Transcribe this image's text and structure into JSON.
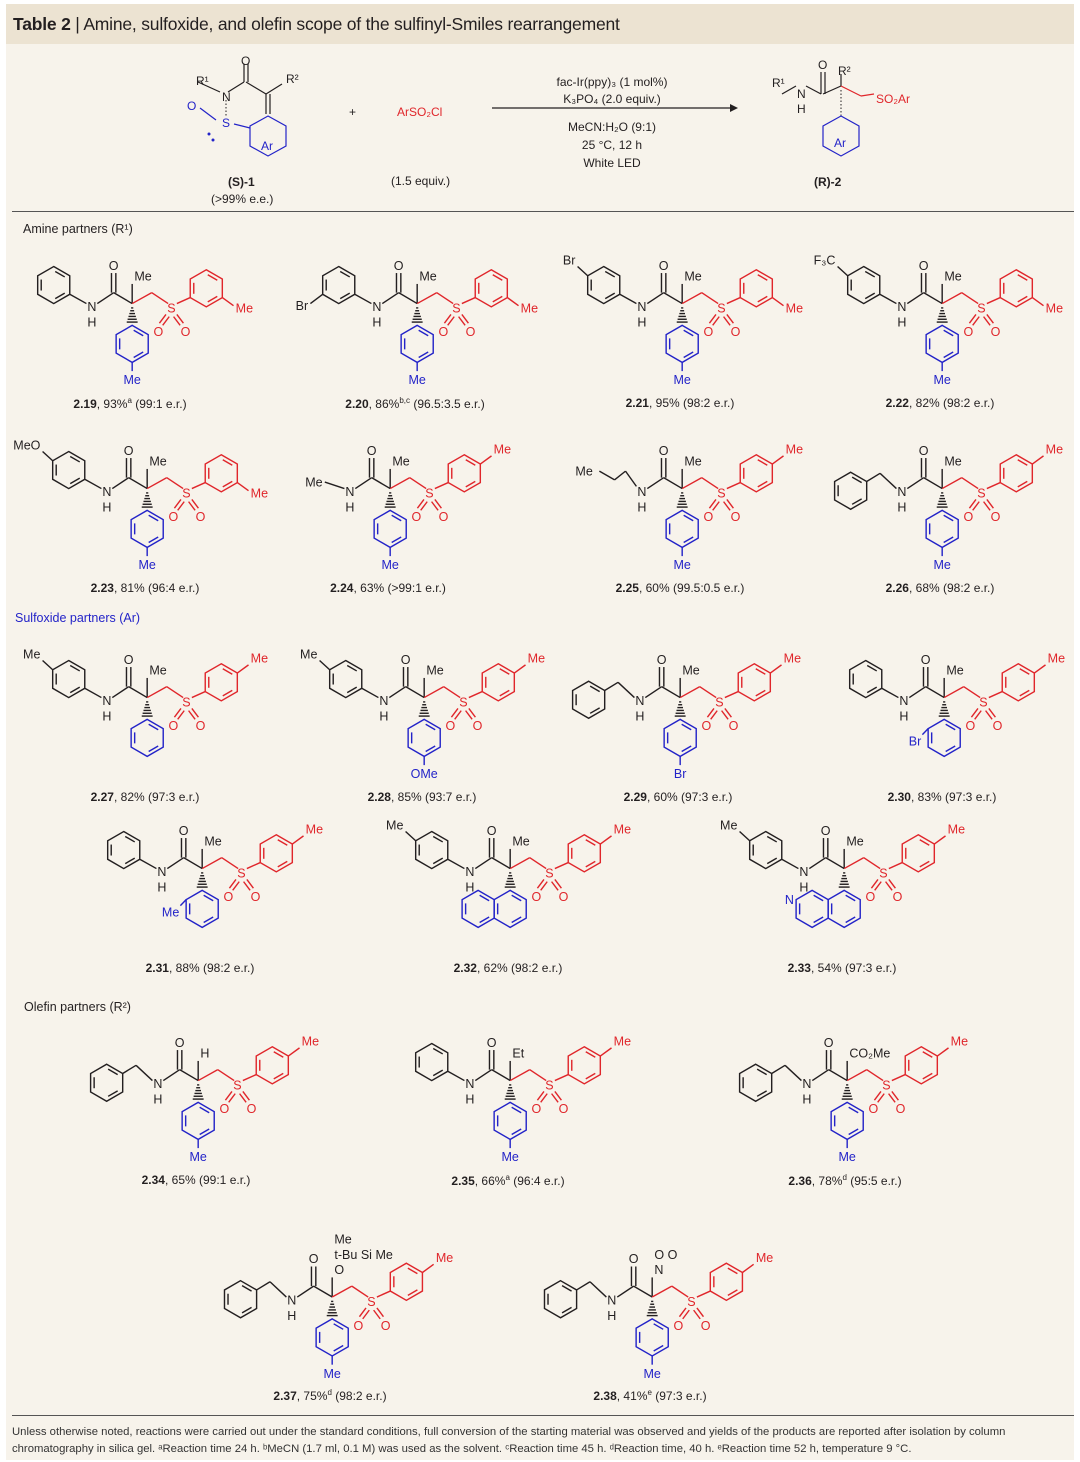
{
  "header": {
    "table_label": "Table 2",
    "separator": " | ",
    "title": "Amine, sulfoxide, and olefin scope of the sulfinyl-Smiles rearrangement"
  },
  "scheme": {
    "sm": {
      "r1": "R¹",
      "n": "N",
      "o_carbonyl": "O",
      "r2": "R²",
      "o_sulfinyl": "O",
      "s": "S",
      "ar": "Ar",
      "label": "(S)-1",
      "ee": "(>99% e.e.)"
    },
    "plus": "+",
    "reagent": {
      "formula": "ArSO₂Cl",
      "amount": "(1.5 equiv.)"
    },
    "conditions": [
      "fac-Ir(ppy)₃ (1 mol%)",
      "K₃PO₄ (2.0 equiv.)",
      "MeCN:H₂O (9:1)",
      "25 °C, 12 h",
      "White LED"
    ],
    "product": {
      "r1": "R¹",
      "n": "N",
      "h": "H",
      "o": "O",
      "r2": "R²",
      "so2ar": "SO₂Ar",
      "ar": "Ar",
      "label": "(R)-2"
    }
  },
  "sections": {
    "amine": "Amine partners (R¹)",
    "sulfoxide": "Sulfoxide partners (Ar)",
    "olefin": "Olefin partners (R²)"
  },
  "atoms": {
    "N": "N",
    "H": "H",
    "O": "O",
    "S": "S"
  },
  "colors": {
    "red": "#e0262b",
    "blue": "#2323c8",
    "black": "#231f20",
    "header_bg": "#ece3d2"
  },
  "compounds": [
    {
      "id": "2.19",
      "yield": "93%",
      "note": "a",
      "er": "(99:1 e.r.)",
      "amine": {
        "type": "aryl",
        "sub": "",
        "pos": ""
      },
      "r2": [
        "Me"
      ],
      "lower": {
        "sub": "Me"
      },
      "aryl": {
        "sub": "Me",
        "pos": "meta"
      }
    },
    {
      "id": "2.20",
      "yield": "86%",
      "note": "b,c",
      "er": "(96.5:3.5 e.r.)",
      "amine": {
        "type": "aryl",
        "sub": "Br",
        "pos": "meta"
      },
      "r2": [
        "Me"
      ],
      "lower": {
        "sub": "Me"
      },
      "aryl": {
        "sub": "Me",
        "pos": "meta"
      }
    },
    {
      "id": "2.21",
      "yield": "95%",
      "note": "",
      "er": "(98:2 e.r.)",
      "amine": {
        "type": "aryl",
        "sub": "Br",
        "pos": "para"
      },
      "r2": [
        "Me"
      ],
      "lower": {
        "sub": "Me"
      },
      "aryl": {
        "sub": "Me",
        "pos": "meta"
      }
    },
    {
      "id": "2.22",
      "yield": "82%",
      "note": "",
      "er": "(98:2 e.r.)",
      "amine": {
        "type": "aryl",
        "sub": "F₃C",
        "pos": "para"
      },
      "r2": [
        "Me"
      ],
      "lower": {
        "sub": "Me"
      },
      "aryl": {
        "sub": "Me",
        "pos": "meta"
      }
    },
    {
      "id": "2.23",
      "yield": "81%",
      "note": "",
      "er": "(96:4 e.r.)",
      "amine": {
        "type": "aryl",
        "sub": "MeO",
        "pos": "para"
      },
      "r2": [
        "Me"
      ],
      "lower": {
        "sub": "Me"
      },
      "aryl": {
        "sub": "Me",
        "pos": "meta"
      }
    },
    {
      "id": "2.24",
      "yield": "63%",
      "note": "",
      "er": "(>99:1 e.r.)",
      "amine": {
        "type": "alkyl",
        "sub": "Me",
        "chain": 0
      },
      "r2": [
        "Me"
      ],
      "lower": {
        "sub": "Me"
      },
      "aryl": {
        "sub": "Me",
        "pos": "para"
      }
    },
    {
      "id": "2.25",
      "yield": "60%",
      "note": "",
      "er": "(99.5:0.5 e.r.)",
      "amine": {
        "type": "alkyl",
        "sub": "Me",
        "chain": 2
      },
      "r2": [
        "Me"
      ],
      "lower": {
        "sub": "Me"
      },
      "aryl": {
        "sub": "Me",
        "pos": "para"
      }
    },
    {
      "id": "2.26",
      "yield": "68%",
      "note": "",
      "er": "(98:2 e.r.)",
      "amine": {
        "type": "benzyl"
      },
      "r2": [
        "Me"
      ],
      "lower": {
        "sub": "Me"
      },
      "aryl": {
        "sub": "Me",
        "pos": "para"
      }
    },
    {
      "id": "2.27",
      "yield": "82%",
      "note": "",
      "er": "(97:3 e.r.)",
      "amine": {
        "type": "aryl",
        "sub": "Me",
        "pos": "para"
      },
      "r2": [
        "Me"
      ],
      "lower": {
        "sub": ""
      },
      "aryl": {
        "sub": "Me",
        "pos": "para"
      }
    },
    {
      "id": "2.28",
      "yield": "85%",
      "note": "",
      "er": "(93:7 e.r.)",
      "amine": {
        "type": "aryl",
        "sub": "Me",
        "pos": "para"
      },
      "r2": [
        "Me"
      ],
      "lower": {
        "sub": "OMe"
      },
      "aryl": {
        "sub": "Me",
        "pos": "para"
      }
    },
    {
      "id": "2.29",
      "yield": "60%",
      "note": "",
      "er": "(97:3 e.r.)",
      "amine": {
        "type": "benzyl"
      },
      "r2": [
        "Me"
      ],
      "lower": {
        "sub": "Br"
      },
      "aryl": {
        "sub": "Me",
        "pos": "para"
      }
    },
    {
      "id": "2.30",
      "yield": "83%",
      "note": "",
      "er": "(97:3 e.r.)",
      "amine": {
        "type": "aryl",
        "sub": "",
        "pos": ""
      },
      "r2": [
        "Me"
      ],
      "lower": {
        "sub": "",
        "ortho": "Br"
      },
      "aryl": {
        "sub": "Me",
        "pos": "para"
      }
    },
    {
      "id": "2.31",
      "yield": "88%",
      "note": "",
      "er": "(98:2 e.r.)",
      "amine": {
        "type": "aryl",
        "sub": "",
        "pos": ""
      },
      "r2": [
        "Me"
      ],
      "lower": {
        "sub": "",
        "ortho": "Me"
      },
      "aryl": {
        "sub": "Me",
        "pos": "para"
      }
    },
    {
      "id": "2.32",
      "yield": "62%",
      "note": "",
      "er": "(98:2 e.r.)",
      "amine": {
        "type": "aryl",
        "sub": "Me",
        "pos": "para"
      },
      "r2": [
        "Me"
      ],
      "lower": {
        "sub": "",
        "fused": "naphthyl"
      },
      "aryl": {
        "sub": "Me",
        "pos": "para"
      }
    },
    {
      "id": "2.33",
      "yield": "54%",
      "note": "",
      "er": "(97:3 e.r.)",
      "amine": {
        "type": "aryl",
        "sub": "Me",
        "pos": "para"
      },
      "r2": [
        "Me"
      ],
      "lower": {
        "sub": "",
        "fused": "quinolinyl",
        "hetero": "N"
      },
      "aryl": {
        "sub": "Me",
        "pos": "para"
      }
    },
    {
      "id": "2.34",
      "yield": "65%",
      "note": "",
      "er": "(99:1 e.r.)",
      "amine": {
        "type": "benzyl"
      },
      "r2": [
        "H"
      ],
      "lower": {
        "sub": "Me"
      },
      "aryl": {
        "sub": "Me",
        "pos": "para"
      }
    },
    {
      "id": "2.35",
      "yield": "66%",
      "note": "a",
      "er": "(96:4 e.r.)",
      "amine": {
        "type": "aryl",
        "sub": "",
        "pos": ""
      },
      "r2": [
        "Et"
      ],
      "lower": {
        "sub": "Me"
      },
      "aryl": {
        "sub": "Me",
        "pos": "para"
      }
    },
    {
      "id": "2.36",
      "yield": "78%",
      "note": "d",
      "er": "(95:5 e.r.)",
      "amine": {
        "type": "benzyl"
      },
      "r2": [
        "CO₂Me"
      ],
      "lower": {
        "sub": "Me"
      },
      "aryl": {
        "sub": "Me",
        "pos": "para"
      }
    },
    {
      "id": "2.37",
      "yield": "75%",
      "note": "d",
      "er": "(98:2 e.r.)",
      "amine": {
        "type": "benzyl"
      },
      "r2": [
        "O",
        "t-Bu  Si  Me",
        "Me"
      ],
      "lower": {
        "sub": "Me"
      },
      "aryl": {
        "sub": "Me",
        "pos": "para"
      }
    },
    {
      "id": "2.38",
      "yield": "41%",
      "note": "e",
      "er": "(97:3 e.r.)",
      "amine": {
        "type": "benzyl"
      },
      "r2": [
        "N",
        "O        O"
      ],
      "lower": {
        "sub": "Me"
      },
      "aryl": {
        "sub": "Me",
        "pos": "para"
      }
    }
  ],
  "footnote": "Unless otherwise noted, reactions were carried out under the standard conditions, full conversion of the starting material was observed and yields of the products are reported after isolation by column chromatography in silica gel. ᵃReaction time 24 h. ᵇMeCN (1.7 ml, 0.1 M) was used as the solvent. ᶜReaction time 45 h. ᵈReaction time, 40 h. ᵉReaction time 52 h, temperature 9 °C."
}
